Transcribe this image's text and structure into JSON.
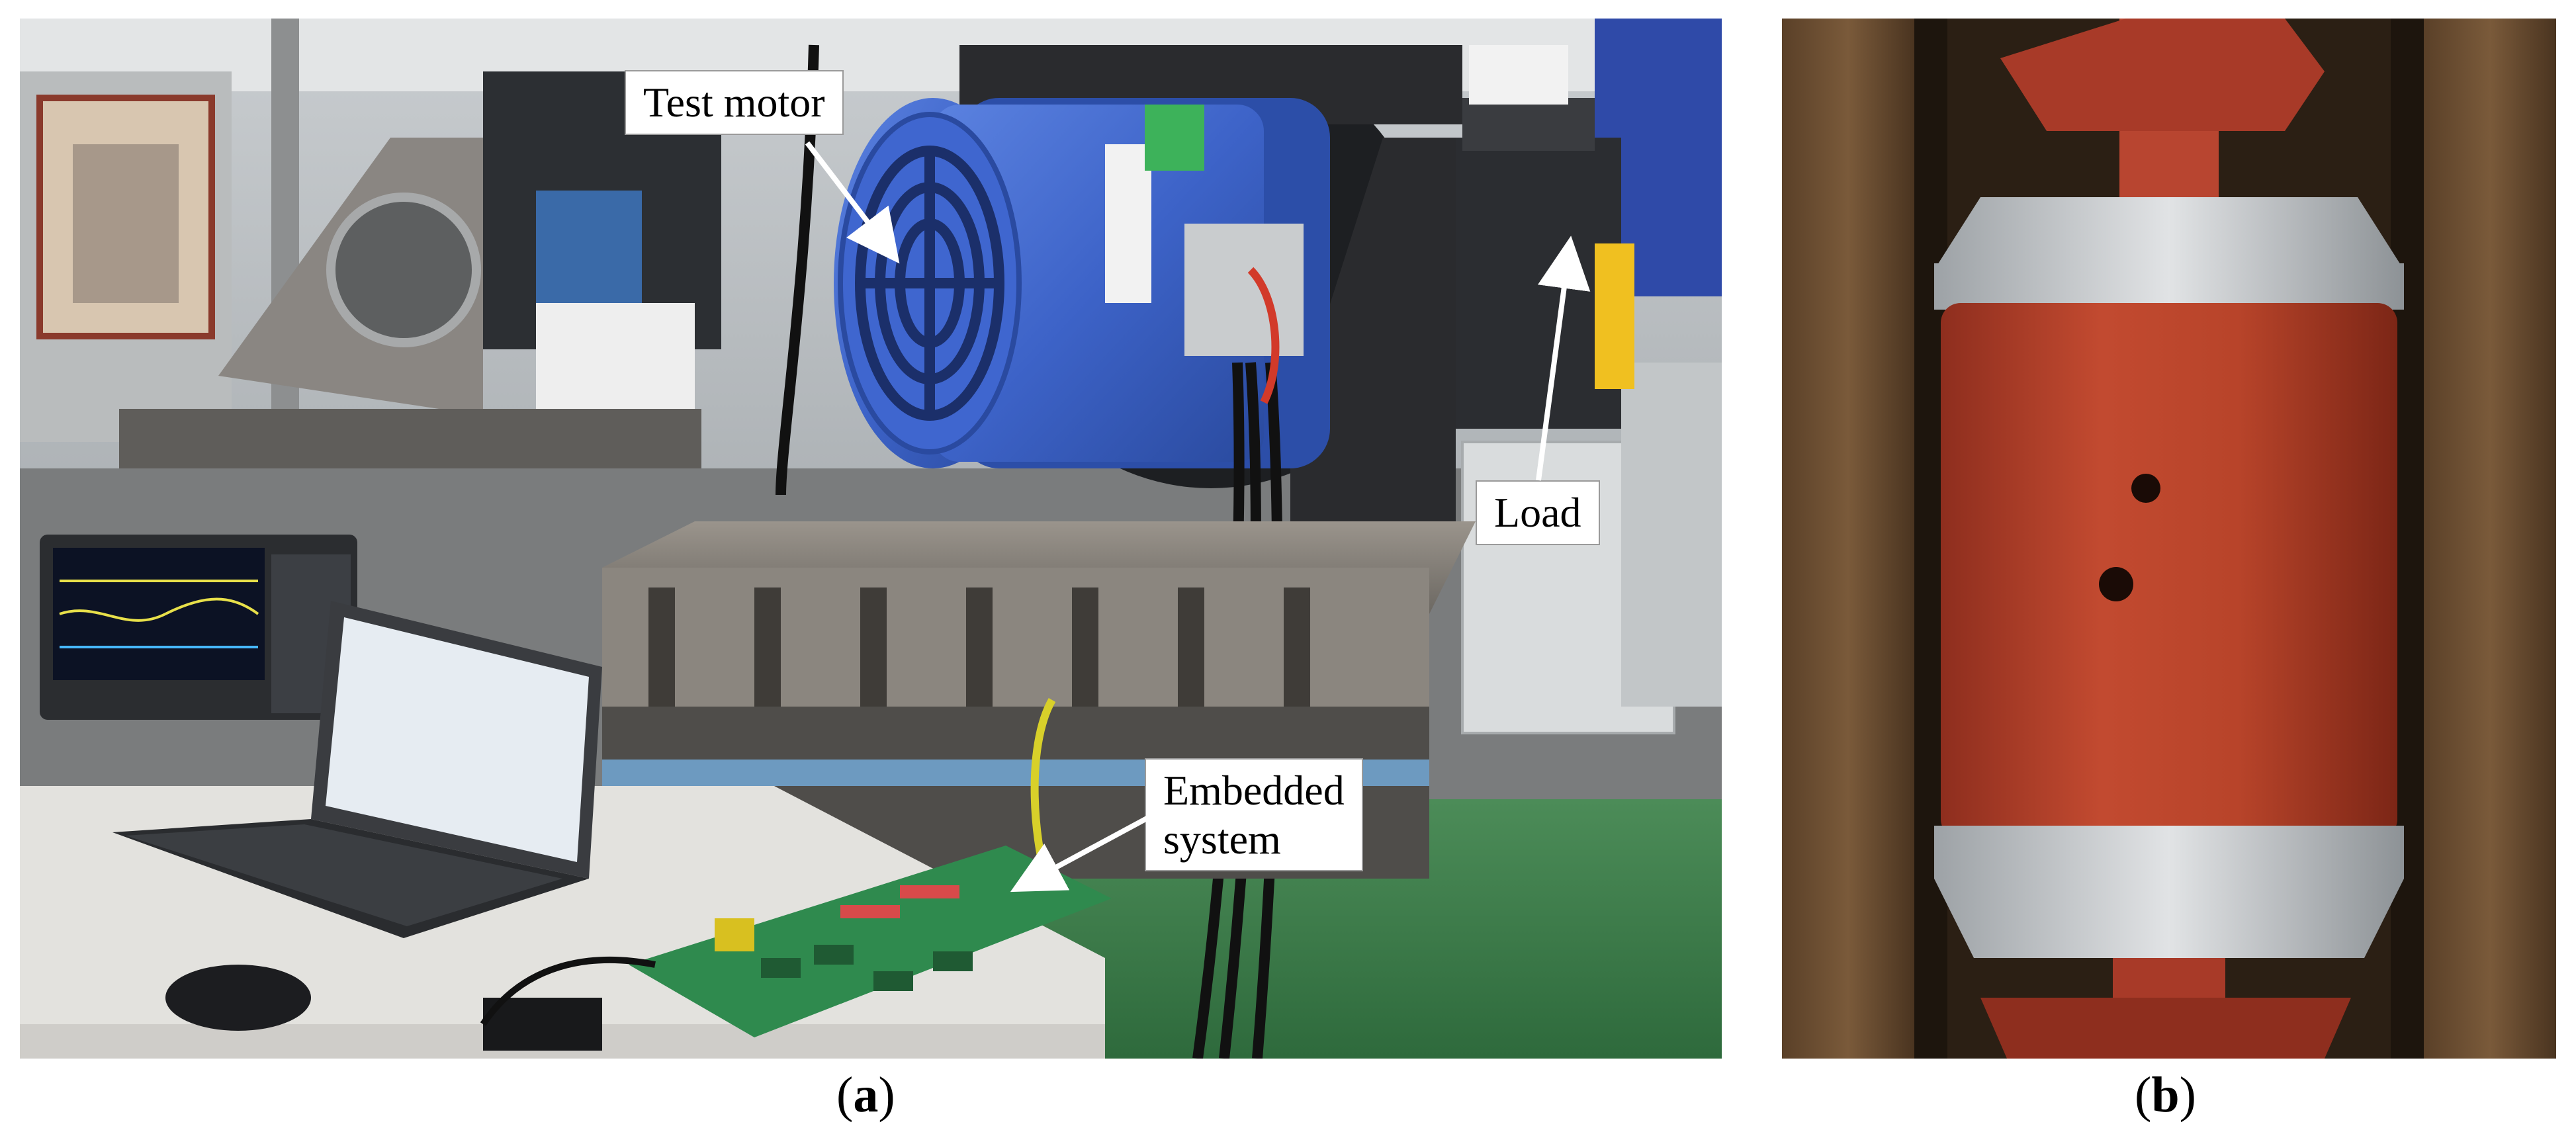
{
  "figure": {
    "panel_a": {
      "caption_label": "a",
      "callouts": {
        "test_motor": "Test motor",
        "load": "Load",
        "embedded_line1": "Embedded",
        "embedded_line2": "system"
      }
    },
    "panel_b": {
      "caption_label": "b"
    }
  }
}
